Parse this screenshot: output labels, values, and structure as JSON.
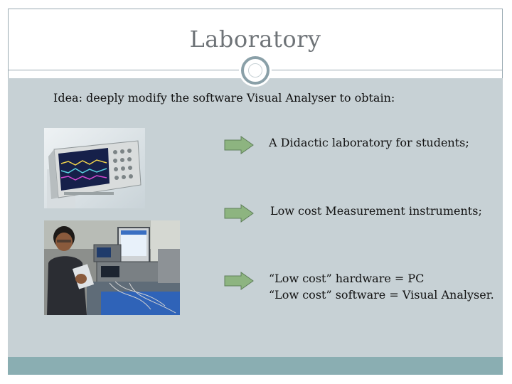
{
  "slide": {
    "title": "Laboratory",
    "intro": "Idea: deeply modify the software Visual Analyser to obtain:",
    "items": [
      {
        "lines": [
          "A Didactic laboratory  for students;"
        ]
      },
      {
        "lines": [
          "Low cost Measurement instruments;"
        ]
      },
      {
        "lines": [
          "“Low cost”  hardware = PC",
          "“Low cost” software = Visual Analyser."
        ]
      }
    ],
    "images": [
      {
        "name": "oscilloscope-photo",
        "depicts": "oscilloscope"
      },
      {
        "name": "student-lab-photo",
        "depicts": "student with lab instruments"
      }
    ]
  },
  "colors": {
    "panel": "#c7d1d5",
    "footer": "#8aaeb2",
    "arrow_fill": "#8db480",
    "arrow_stroke": "#5f7f5a",
    "title": "#6f7478"
  }
}
